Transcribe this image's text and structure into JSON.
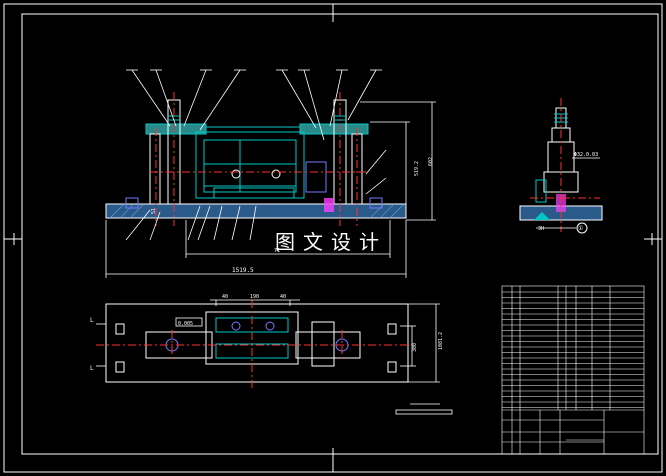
{
  "watermark": "图文设计",
  "dimensions": {
    "overall_length": "1519.5",
    "sub_length": "71",
    "height_overall": "602",
    "height_sub": "519.2",
    "width_plan": "1081.2",
    "width_plan_inner": "300",
    "side_dim": "Φ32.0.03",
    "side_small": "3H",
    "left_small": "51",
    "tol_box": "0.005",
    "top_dim_a": "40",
    "top_dim_b": "190",
    "top_dim_c": "40"
  },
  "view_markers": {
    "section_letter": "L",
    "detail_circle": "①"
  },
  "colors": {
    "background": "#000000",
    "outline": "#ffffff",
    "machine": "#00c8c8",
    "parts": "#7878ff",
    "centerline": "#ff3030",
    "hatch": "#2a5a8a",
    "accent": "#ff40ff"
  }
}
